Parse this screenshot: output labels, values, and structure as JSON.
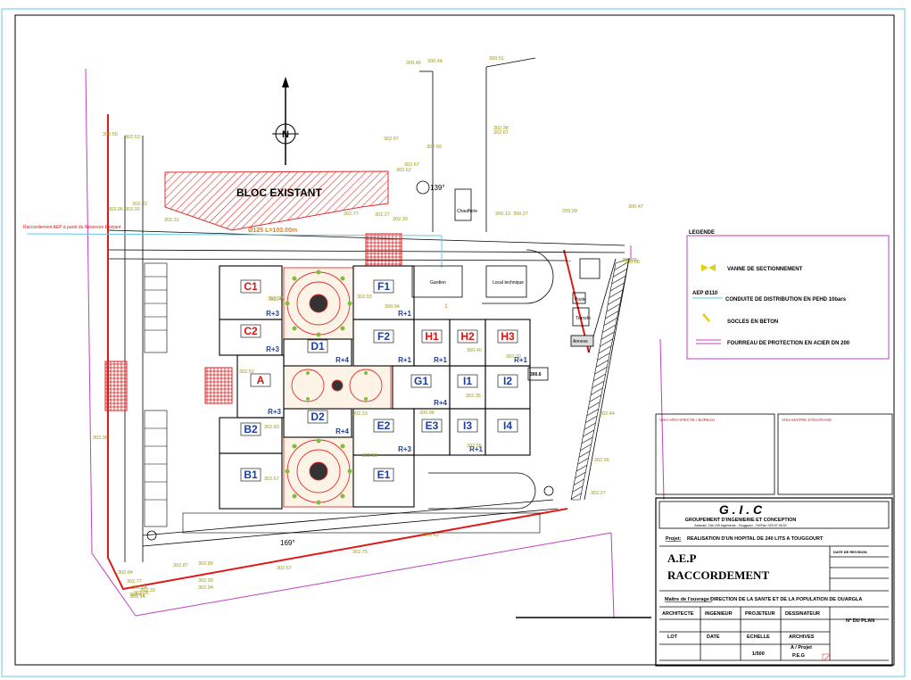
{
  "plan": {
    "north_label": "N",
    "existing_block_label": "BLOC EXISTANT",
    "connection_label": "Raccordement AEP à partir du Réservoir Existant",
    "pipe_label": "Ø125   L=103.00m",
    "pipe_small_label": "1",
    "angle_top": "139°",
    "angle_bottom": "169°",
    "level_right_label": "300.6",
    "small_labels": [
      "Gardien",
      "Local technique",
      "Poste",
      "Transfo",
      "Annexe",
      "Chaufferie"
    ]
  },
  "blocks": [
    {
      "id": "C1",
      "level": "R+3",
      "color": "#e01010"
    },
    {
      "id": "C2",
      "level": "R+3",
      "color": "#e01010"
    },
    {
      "id": "A",
      "level": "R+3",
      "color": "#e01010"
    },
    {
      "id": "B2",
      "level": "",
      "color": "#1a3fa8"
    },
    {
      "id": "B1",
      "level": "",
      "color": "#1a3fa8"
    },
    {
      "id": "D1",
      "level": "R+4",
      "color": "#1a3fa8"
    },
    {
      "id": "D2",
      "level": "R+4",
      "color": "#1a3fa8"
    },
    {
      "id": "F1",
      "level": "R+1",
      "color": "#1a3fa8"
    },
    {
      "id": "F2",
      "level": "R+1",
      "color": "#1a3fa8"
    },
    {
      "id": "E2",
      "level": "R+3",
      "color": "#1a3fa8"
    },
    {
      "id": "E1",
      "level": "",
      "color": "#1a3fa8"
    },
    {
      "id": "H1",
      "level": "R+1",
      "color": "#e01010"
    },
    {
      "id": "H2",
      "level": "",
      "color": "#e01010"
    },
    {
      "id": "H3",
      "level": "R+1",
      "color": "#e01010"
    },
    {
      "id": "G1",
      "level": "R+4",
      "color": "#1a3fa8"
    },
    {
      "id": "I1",
      "level": "",
      "color": "#1a3fa8"
    },
    {
      "id": "I2",
      "level": "",
      "color": "#1a3fa8"
    },
    {
      "id": "E3",
      "level": "",
      "color": "#1a3fa8"
    },
    {
      "id": "I3",
      "level": "R+1",
      "color": "#1a3fa8"
    },
    {
      "id": "I4",
      "level": "",
      "color": "#1a3fa8"
    }
  ],
  "elevations": [
    "300.46",
    "300.44",
    "300.51",
    "302.55",
    "302.97",
    "302.53",
    "302.69",
    "302.62",
    "302.67",
    "302.38",
    "302.67",
    "302.95",
    "302.92",
    "302.31",
    "302.27",
    "302.33",
    "302.77",
    "302.30",
    "300.13",
    "300.27",
    "299.99",
    "300.47",
    "300.30",
    "302.47",
    "302.93",
    "300.94",
    "302.52",
    "302.83",
    "302.38",
    "302.57",
    "302.23",
    "300.98",
    "300.40",
    "302.35",
    "302.55",
    "302.38",
    "302.20",
    "300.43",
    "302.32",
    "302.87",
    "302.89",
    "302.84",
    "302.90",
    "302.94",
    "302.67",
    "302.75",
    "302.77",
    "302.64",
    "302.44",
    "302.56",
    "302.27",
    "302.06",
    "302.33",
    "302.41",
    "302.14",
    "300.68"
  ],
  "legend": {
    "title": "LEGENDE",
    "items": [
      {
        "label": "VANNE DE SECTIONNEMENT",
        "prefix": ""
      },
      {
        "label": "CONDUITE DE DISTRIBUTION EN PEHD 10bars",
        "prefix": "AEP  Ø110"
      },
      {
        "label": "SOCLES EN BETON",
        "prefix": ""
      },
      {
        "label": "FOURREAU DE PROTECTION EN ACIER DN 200",
        "prefix": ""
      }
    ]
  },
  "stamp_boxes": [
    "VISA ARCHITECTE / BUREAU",
    "VISA MAITRE D'OUVRAGE"
  ],
  "titleblock": {
    "company": "G . I . C",
    "company_sub": "GROUPEMENT D'INGENIERIE ET CONCEPTION",
    "company_addr": "Adresse: Cité 100 logements - Touggourt - Tél/Fax: 029 67 06 62",
    "project_label": "Projet:",
    "project": "REALISATION D'UN HOPITAL DE 240 LITS A TOUGGOURT",
    "title1": "A.E.P",
    "title2": "RACCORDEMENT",
    "date_box": "DATE DE REVISION",
    "client_label": "Maître de l'ouvrage :",
    "client": "DIRECTION DE LA SANTE ET DE LA POPULATION DE OUARGLA",
    "row1": [
      "ARCHITECTE",
      "INGENIEUR",
      "PROJETEUR",
      "DESSINATEUR",
      "N° DU PLAN"
    ],
    "row2": [
      "LOT",
      "DATE",
      "ECHELLE",
      "ARCHIVES"
    ],
    "scale": "1/500",
    "archive1": "A / Projet",
    "archive2": "P.E.G"
  }
}
